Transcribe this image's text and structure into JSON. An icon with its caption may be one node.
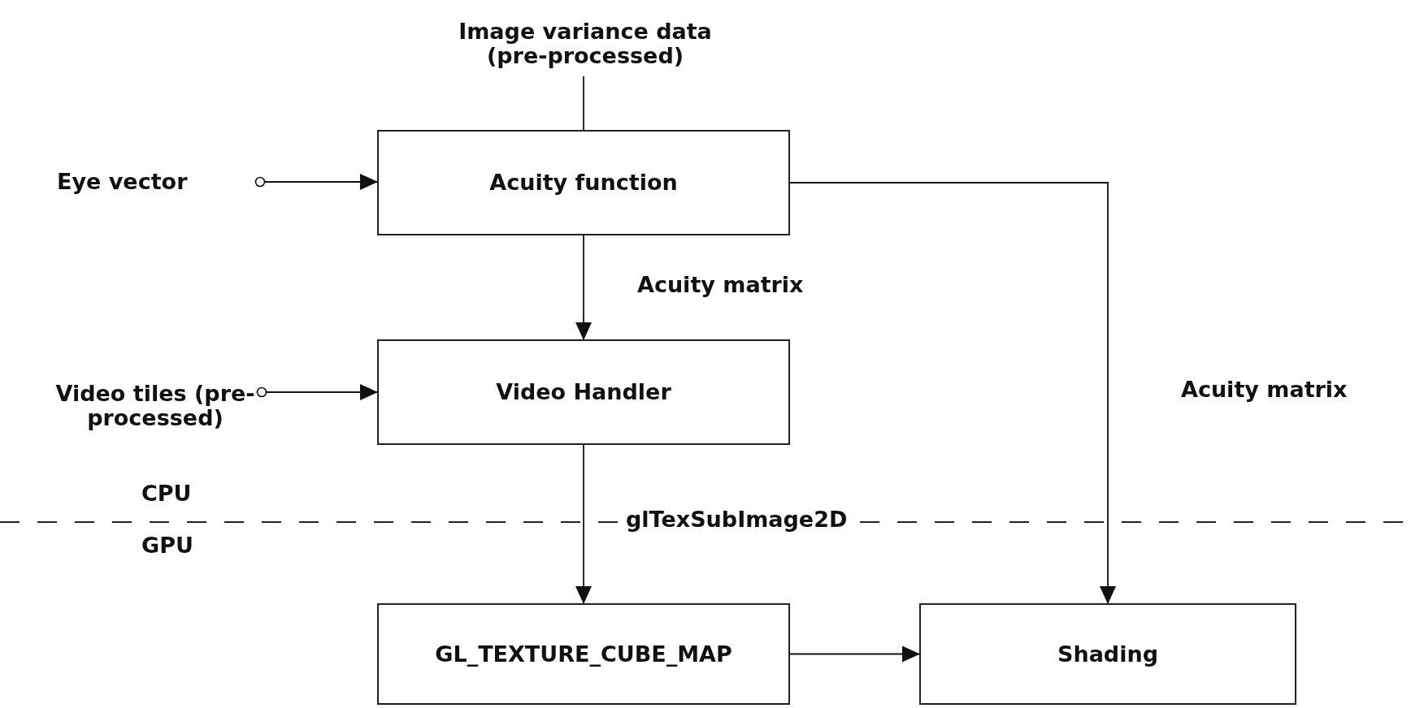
{
  "diagram": {
    "nodes": [
      {
        "text": [
          "Image variance data (pre-processed)"
        ]
      },
      {
        "text": [
          "Acuity function"
        ]
      },
      {
        "text": [
          "Eye vector"
        ]
      },
      {
        "text": [
          "Video Handler"
        ]
      },
      {
        "text": [
          "Video tiles (pre-processed)"
        ]
      },
      {
        "text": [
          "GL_TEXTURE_CUBE_MAP"
        ]
      },
      {
        "text": [
          "Shading"
        ]
      }
    ],
    "edges": [
      {
        "from": 0,
        "to": 1,
        "arrow": "none"
      },
      {
        "from": 2,
        "to": 1,
        "arrow": "to"
      },
      {
        "from": 1,
        "to": 3,
        "arrow": "to",
        "label": "Acuity matrix"
      },
      {
        "from": 4,
        "to": 3,
        "arrow": "to"
      },
      {
        "from": 3,
        "to": 5,
        "arrow": "to",
        "label": "glTexSubImage2D"
      },
      {
        "from": 1,
        "to": 6,
        "arrow": "to",
        "label": "Acuity matrix"
      },
      {
        "from": 5,
        "to": 6,
        "arrow": "to"
      }
    ],
    "labels": [
      "CPU",
      "GPU"
    ]
  }
}
